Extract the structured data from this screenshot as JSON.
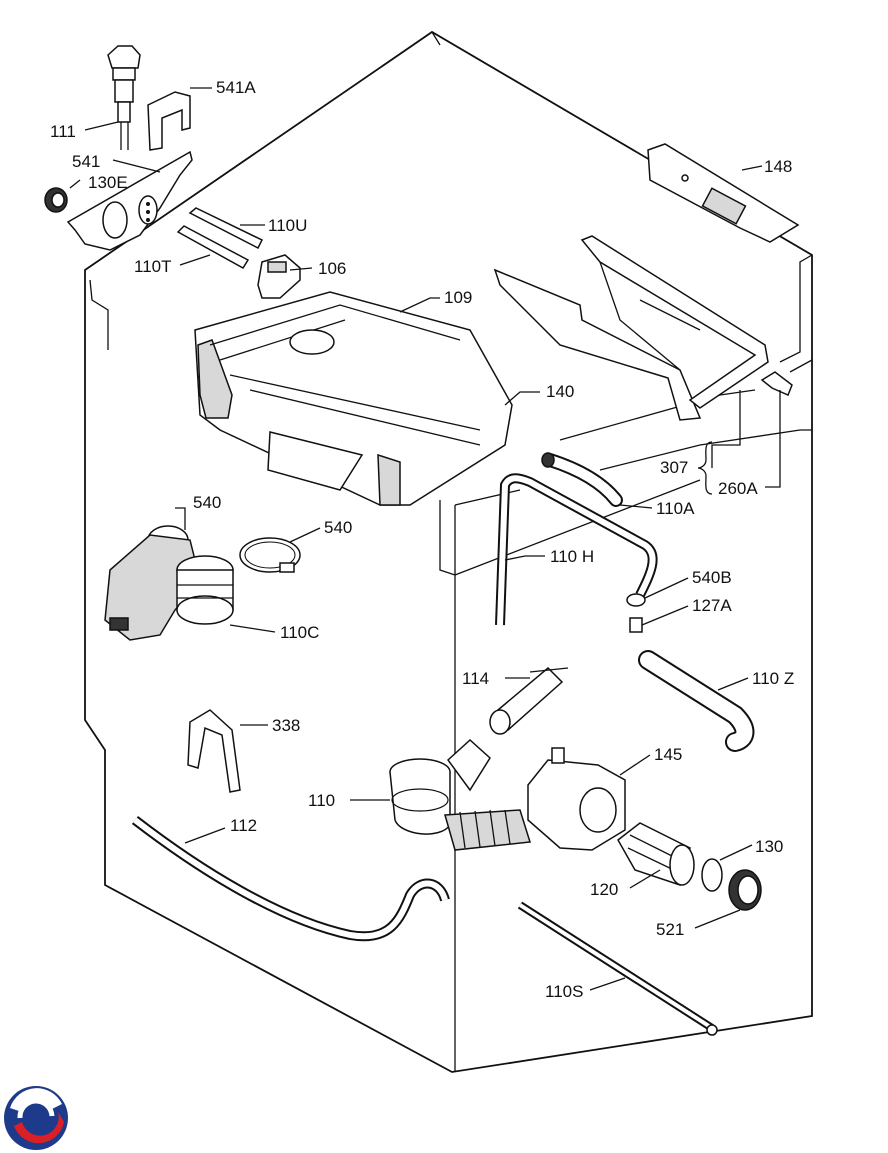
{
  "labels": {
    "p111": "111",
    "p541a": "541A",
    "p541": "541",
    "p130e": "130E",
    "p110u": "110U",
    "p110t": "110T",
    "p106": "106",
    "p109": "109",
    "p148": "148",
    "p140": "140",
    "p307": "307",
    "p260a": "260A",
    "p110a": "110A",
    "p540_upper": "540",
    "p540_lower": "540",
    "p110h": "110 H",
    "p540b": "540B",
    "p127a": "127A",
    "p110c": "110C",
    "p114": "114",
    "p110z": "110 Z",
    "p338": "338",
    "p145": "145",
    "p110": "110",
    "p112": "112",
    "p130": "130",
    "p120": "120",
    "p521": "521",
    "p110s": "110S"
  },
  "logo": {
    "icon": "brand-logo-icon",
    "colors": [
      "#1e3a8a",
      "#d92027"
    ]
  }
}
